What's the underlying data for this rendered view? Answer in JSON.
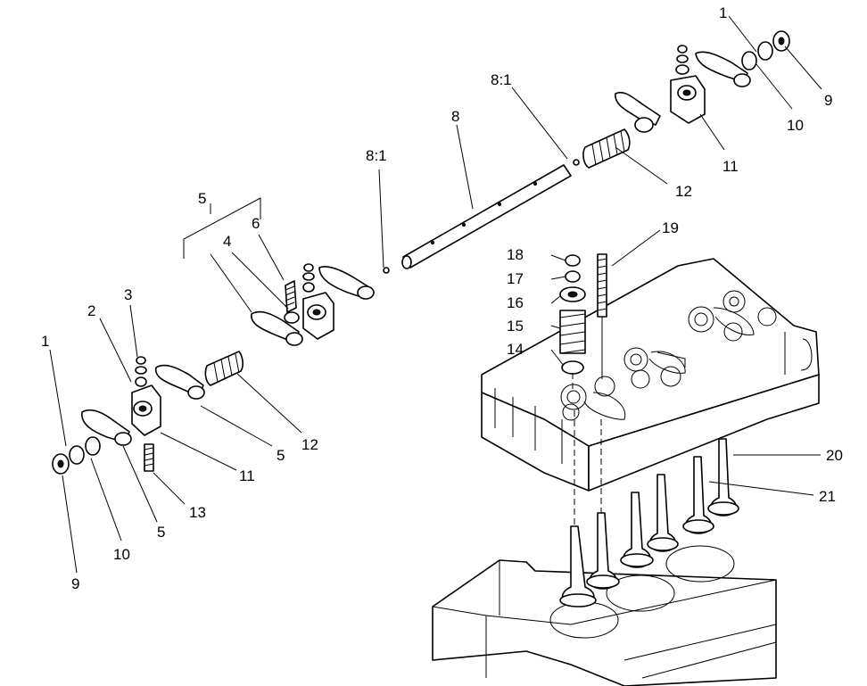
{
  "diagram": {
    "callouts": {
      "c1_top": "1",
      "c9_top": "9",
      "c10_top": "10",
      "c11_top": "11",
      "c12_top": "12",
      "c81_top": "8:1",
      "c8": "8",
      "c81_mid": "8:1",
      "c5_bracket": "5",
      "c6": "6",
      "c4": "4",
      "c3": "3",
      "c2": "2",
      "c1_left": "1",
      "c12_mid": "12",
      "c5_mid": "5",
      "c11_mid": "11",
      "c13": "13",
      "c5_low": "5",
      "c10_left": "10",
      "c9_left": "9",
      "c18": "18",
      "c17": "17",
      "c16": "16",
      "c15": "15",
      "c14": "14",
      "c19": "19",
      "c20": "20",
      "c21": "21"
    }
  }
}
